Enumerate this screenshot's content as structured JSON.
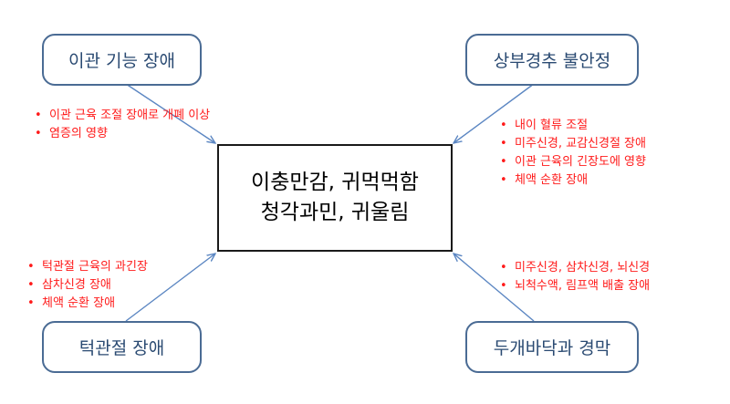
{
  "center": {
    "line1": "이충만감, 귀먹먹함",
    "line2": "청각과민, 귀울림"
  },
  "causes": {
    "top_left": {
      "label": "이관 기능 장애",
      "items": [
        "이관 근육 조절 장애로 개폐 이상",
        "염증의 영향"
      ]
    },
    "top_right": {
      "label": "상부경추 불안정",
      "items": [
        "내이 혈류 조절",
        "미주신경, 교감신경절 장애",
        "이관 근육의 긴장도에 영향",
        "체액 순환 장애"
      ]
    },
    "bottom_left": {
      "label": "턱관절 장애",
      "items": [
        "턱관절 근육의 과긴장",
        "삼차신경 장애",
        "체액 순환 장애"
      ]
    },
    "bottom_right": {
      "label": "두개바닥과 경막",
      "items": [
        "미주신경, 삼차신경, 뇌신경",
        "뇌척수액, 림프액 배출 장애"
      ]
    }
  },
  "colors": {
    "box_border": "#4a6b94",
    "box_text": "#2a4a72",
    "arrow": "#5b86c2",
    "bullet_text": "#ff1a1a",
    "center_border": "#1a1a1a"
  }
}
